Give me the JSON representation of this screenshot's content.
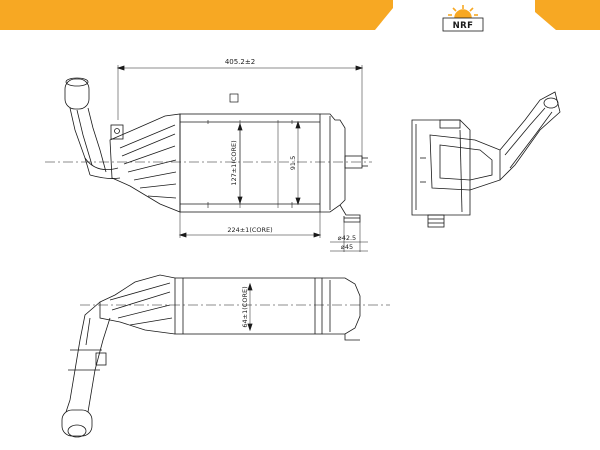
{
  "brand": {
    "logo_text": "NRF",
    "accent_color": "#f7a823"
  },
  "dimensions": {
    "overall_width": "405.2±2",
    "core_width": "224±1(CORE)",
    "core_height": "127±1(CORE)",
    "height": "91.5",
    "core_depth": "64±1(CORE)",
    "outlet_diameter_a": "⌀42.5",
    "outlet_diameter_b": "⌀45"
  }
}
